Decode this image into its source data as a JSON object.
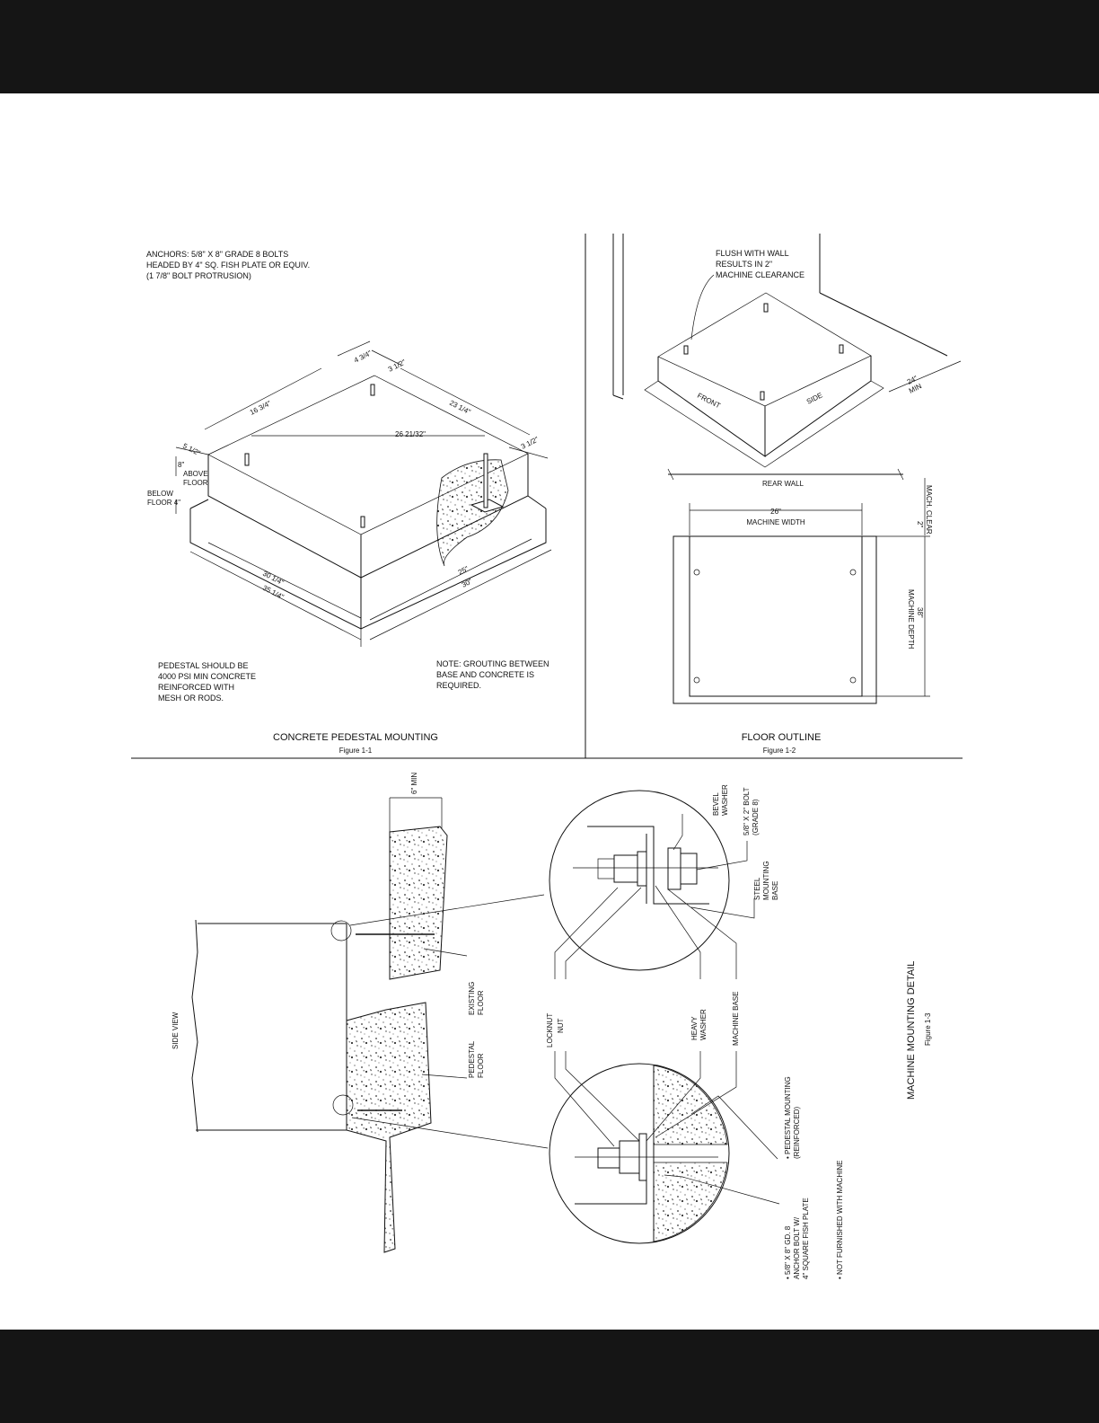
{
  "fig1": {
    "anchors": [
      "ANCHORS: 5/8\" X 8\" GRADE 8 BOLTS",
      "HEADED BY 4\" SQ. FISH PLATE OR EQUIV.",
      "(1 7/8\" BOLT PROTRUSION)"
    ],
    "dims": {
      "d1": "4 3/4\"",
      "d2": "3 1/2\"",
      "d3": "16 3/4\"",
      "d4": "23 1/4\"",
      "d5": "26 21/32\"",
      "d6": "3 1/2\"",
      "d7": "5 1/2\"",
      "d8": "30 1/4\"",
      "d9": "35 1/4\"",
      "d10": "25\"",
      "d11": "30\""
    },
    "above": [
      "8\"",
      "ABOVE",
      "FLOOR"
    ],
    "below": [
      "BELOW",
      "FLOOR 4\""
    ],
    "pedestal_note": [
      "PEDESTAL SHOULD BE",
      "4000 PSI MIN CONCRETE",
      "REINFORCED WITH",
      "MESH OR RODS."
    ],
    "grout_note": [
      "NOTE: GROUTING BETWEEN",
      "BASE AND CONCRETE IS",
      "REQUIRED."
    ],
    "title": "CONCRETE PEDESTAL MOUNTING",
    "figure": "Figure 1-1"
  },
  "fig2": {
    "flush_note": [
      "FLUSH WITH WALL",
      "RESULTS IN 2\"",
      "MACHINE CLEARANCE"
    ],
    "front": "FRONT",
    "side": "SIDE",
    "min_dim": [
      "24\"",
      "MIN"
    ],
    "rear_wall": "REAR WALL",
    "width_dim": "26\"",
    "width_label": "MACHINE WIDTH",
    "clear_dim": "2\"",
    "clear_label": "MACH. CLEAR",
    "depth_dim": "38\"",
    "depth_label": "MACHINE DEPTH",
    "title": "FLOOR OUTLINE",
    "figure": "Figure 1-2"
  },
  "fig3": {
    "six_min": "6\" MIN",
    "side_view": "SIDE VIEW",
    "existing_floor": [
      "EXISTING",
      "FLOOR"
    ],
    "pedestal_floor": [
      "PEDESTAL",
      "FLOOR"
    ],
    "bevel_washer": [
      "BEVEL",
      "WASHER"
    ],
    "bolt": [
      "5/8\" X 2\" BOLT",
      "(GRADE 8)"
    ],
    "steel_base": [
      "STEEL",
      "MOUNTING",
      "BASE"
    ],
    "locknut": [
      "LOCKNUT",
      "NUT"
    ],
    "heavy_washer": [
      "HEAVY",
      "WASHER"
    ],
    "machine_base": "MACHINE BASE",
    "pedestal_mounting": [
      "• PEDESTAL MOUNTING",
      "(REINFORCED)"
    ],
    "anchor_bolt": [
      "• 5/8\" X 8\" GD. 8",
      "ANCHOR BOLT W/",
      "4\" SQUARE FISH PLATE"
    ],
    "not_furnished": "• NOT FURNISHED WITH MACHINE",
    "title": "MACHINE MOUNTING DETAIL",
    "figure": "Figure 1-3"
  }
}
